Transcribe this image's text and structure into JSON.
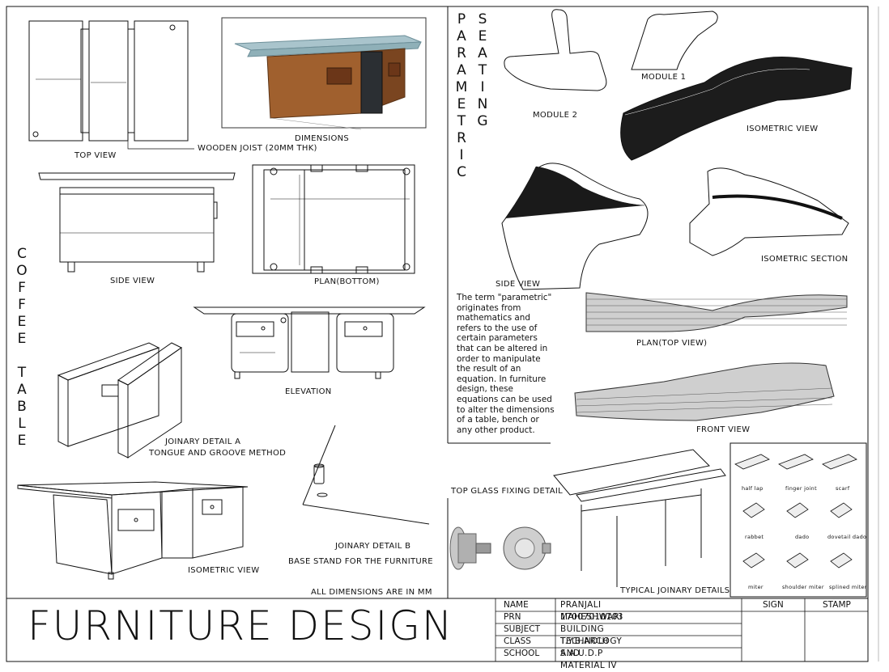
{
  "board": {
    "main_title": "FURNITURE DESIGN",
    "dimensions_note": "ALL DIMENSIONS ARE IN MM"
  },
  "coffee_table": {
    "vertical_title": [
      "C",
      "O",
      "F",
      "F",
      "E",
      "E",
      " ",
      "T",
      "A",
      "B",
      "L",
      "E"
    ],
    "labels": {
      "top_view": "TOP VIEW",
      "dimensions": "DIMENSIONS",
      "wooden_joist": "WOODEN JOIST (20MM  THK)",
      "side_view": "SIDE VIEW",
      "plan_bottom": "PLAN(BOTTOM)",
      "elevation": "ELEVATION",
      "joinary_a": "JOINARY DETAIL A",
      "tongue_groove": "TONGUE AND GROOVE METHOD",
      "isometric_view": "ISOMETRIC VIEW",
      "joinary_b": "JOINARY DETAIL B",
      "base_stand": "BASE STAND FOR THE FURNITURE",
      "top_glass": "TOP GLASS FIXING DETAIL",
      "typical_joinery": "TYPICAL JOINARY DETAILS"
    },
    "joint_names": [
      "half lap",
      "finger joint",
      "scarf",
      "rabbet",
      "dado",
      "dovetail dado",
      "miter",
      "shoulder miter",
      "splined miter"
    ]
  },
  "parametric_seating": {
    "word1": [
      "P",
      "A",
      "R",
      "A",
      "M",
      "E",
      "T",
      "R",
      "I",
      "C"
    ],
    "word2": [
      "S",
      "E",
      "A",
      "T",
      "I",
      "N",
      "G"
    ],
    "labels": {
      "module_1": "MODULE 1",
      "module_2": "MODULE 2",
      "isometric_view": "ISOMETRIC VIEW",
      "side_view": "SIDE VIEW",
      "isometric_section": "ISOMETRIC SECTION",
      "plan_top": "PLAN(TOP VIEW)",
      "front_view": "FRONT VIEW"
    },
    "description": "The term \"parametric\" originates from mathematics and refers to the use of certain parameters that can be altered in order to manipulate the result of an equation. In furniture design, these equations can be used to alter the dimensions of a table, bench or any other product."
  },
  "title_block": {
    "rows": [
      {
        "key": "NAME",
        "value": "PRANJALI MAHESHWARI"
      },
      {
        "key": "PRN",
        "value": "17007010103"
      },
      {
        "key": "SUBJECT",
        "value": "BUILDING TECHNOLOGY AND MATERIAL IV"
      },
      {
        "key": "CLASS",
        "value": "T.Y.B.ARCH"
      },
      {
        "key": "SCHOOL",
        "value": "S.A.U.D.P"
      }
    ],
    "sign_label": "SIGN",
    "stamp_label": "STAMP"
  },
  "colors": {
    "line": "#111111",
    "wood": "#a0602e",
    "wood_dark": "#7a4520",
    "glass": "#a9c4cc",
    "panel_dark": "#2b2f33"
  }
}
